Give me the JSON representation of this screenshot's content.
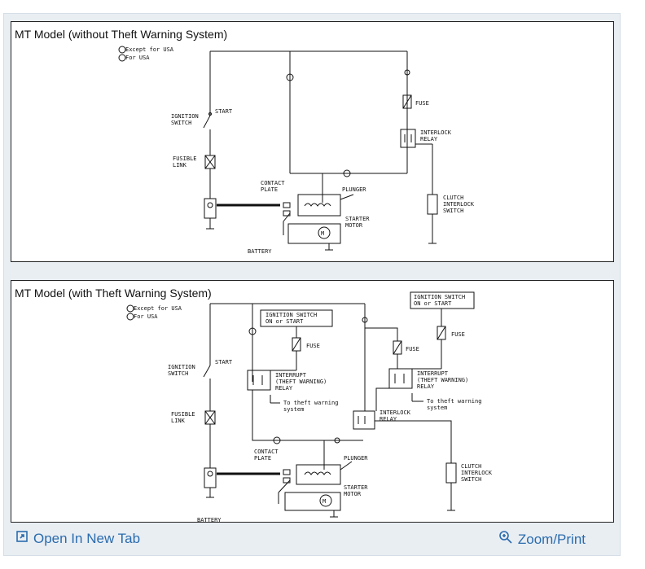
{
  "panels": [
    {
      "title": "MT Model (without Theft Warning System)",
      "legend": {
        "eu": "Except for USA",
        "us": "For USA"
      },
      "labels": {
        "ignition_switch": "IGNITION\nSWITCH",
        "start": "START",
        "fusible_link": "FUSIBLE\nLINK",
        "battery": "BATTERY",
        "contact_plate": "CONTACT\nPLATE",
        "plunger": "PLUNGER",
        "starter_motor": "STARTER\nMOTOR",
        "fuse": "FUSE",
        "interlock_relay": "INTERLOCK\nRELAY",
        "clutch_interlock_switch": "CLUTCH\nINTERLOCK\nSWITCH"
      }
    },
    {
      "title": "MT Model (with Theft Warning System)",
      "legend": {
        "eu": "Except for USA",
        "us": "For USA"
      },
      "labels": {
        "ignition_switch": "IGNITION\nSWITCH",
        "start": "START",
        "fusible_link": "FUSIBLE\nLINK",
        "battery": "BATTERY",
        "contact_plate": "CONTACT\nPLATE",
        "plunger": "PLUNGER",
        "starter_motor": "STARTER\nMOTOR",
        "ign_box_1": "IGNITION SWITCH\nON or START",
        "ign_box_2": "IGNITION SWITCH\nON or START",
        "fuse_1": "FUSE",
        "fuse_2": "FUSE",
        "fuse_3": "FUSE",
        "relay_1": "INTERRUPT\n(THEFT WARNING)\nRELAY",
        "relay_2": "INTERRUPT\n(THEFT WARNING)\nRELAY",
        "theft_1": "To theft warning\nsystem",
        "theft_2": "To theft warning\nsystem",
        "interlock_relay": "INTERLOCK\nRELAY",
        "clutch_interlock_switch": "CLUTCH\nINTERLOCK\nSWITCH"
      }
    }
  ],
  "footer": {
    "open_new_tab": "Open In New Tab",
    "zoom_print": "Zoom/Print"
  },
  "icons": {
    "open": "open-new-tab-icon",
    "zoom": "zoom-icon"
  },
  "colors": {
    "link": "#2a6cae",
    "frame": "#e9eef3"
  }
}
